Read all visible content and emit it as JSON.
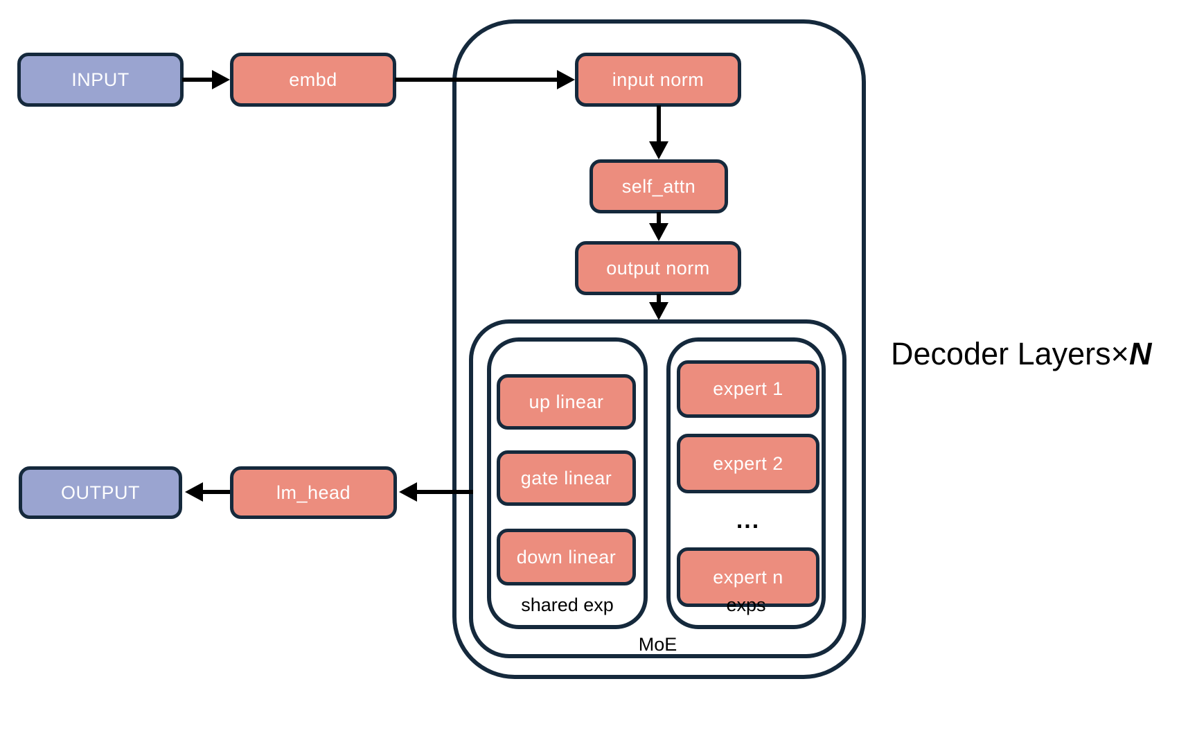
{
  "diagram": {
    "nodes": {
      "input": "INPUT",
      "embd": "embd",
      "input_norm": "input norm",
      "self_attn": "self_attn",
      "output_norm": "output norm",
      "up_linear": "up linear",
      "gate_linear": "gate linear",
      "down_linear": "down linear",
      "expert_1": "expert 1",
      "expert_2": "expert 2",
      "expert_n": "expert n",
      "lm_head": "lm_head",
      "output": "OUTPUT"
    },
    "groups": {
      "shared_exp_label": "shared exp",
      "exps_label": "exps",
      "moe_label": "MoE",
      "decoder_label_prefix": "Decoder Layers×",
      "decoder_label_n": "N"
    },
    "ellipsis": "...",
    "colors": {
      "io_fill": "#9aa4d0",
      "module_fill": "#ec8d7e",
      "border": "#15293c",
      "arrow": "#000000",
      "text_on_box": "#ffffff",
      "label_text": "#000000",
      "background": "#ffffff"
    }
  }
}
